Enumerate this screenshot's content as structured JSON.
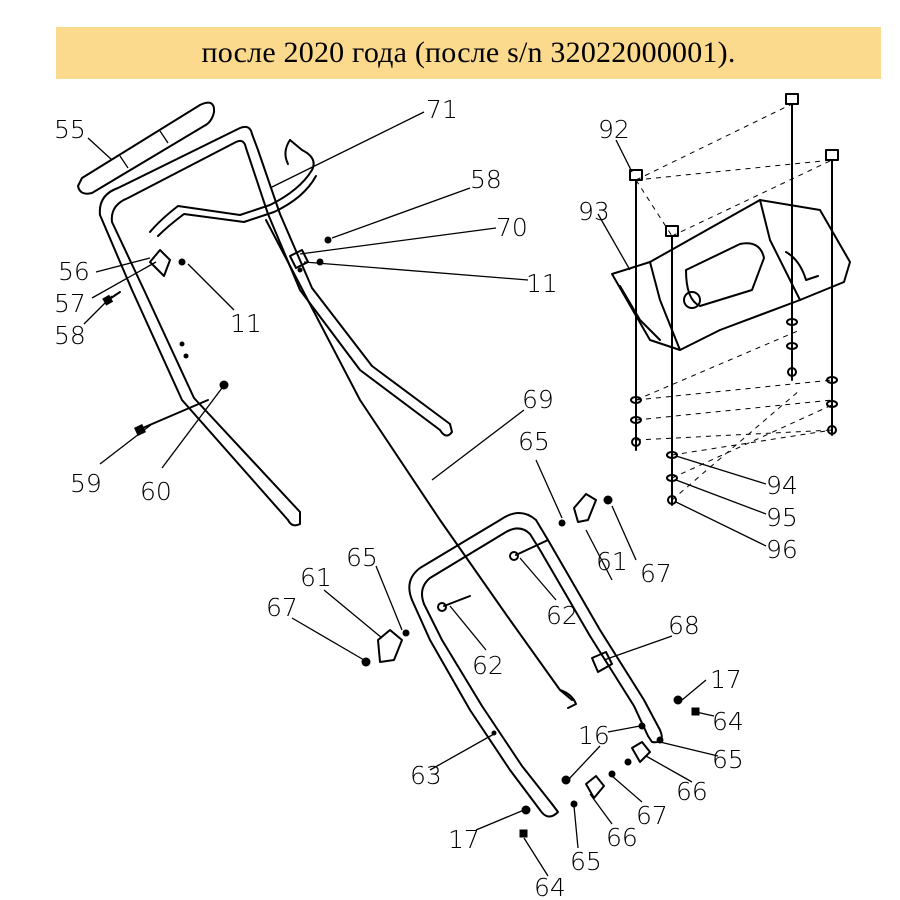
{
  "banner": {
    "text": "после 2020 года (после s/n 32022000001)."
  },
  "callouts": [
    {
      "id": "c55",
      "label": "55"
    },
    {
      "id": "c71",
      "label": "71"
    },
    {
      "id": "c58a",
      "label": "58"
    },
    {
      "id": "c70",
      "label": "70"
    },
    {
      "id": "c11a",
      "label": "11"
    },
    {
      "id": "c56",
      "label": "56"
    },
    {
      "id": "c57",
      "label": "57"
    },
    {
      "id": "c58b",
      "label": "58"
    },
    {
      "id": "c11b",
      "label": "11"
    },
    {
      "id": "c59",
      "label": "59"
    },
    {
      "id": "c60",
      "label": "60"
    },
    {
      "id": "c69",
      "label": "69"
    },
    {
      "id": "c65a",
      "label": "65"
    },
    {
      "id": "c61a",
      "label": "61"
    },
    {
      "id": "c67a",
      "label": "67"
    },
    {
      "id": "c62a",
      "label": "62"
    },
    {
      "id": "c65b",
      "label": "65"
    },
    {
      "id": "c61b",
      "label": "61"
    },
    {
      "id": "c67b",
      "label": "67"
    },
    {
      "id": "c62b",
      "label": "62"
    },
    {
      "id": "c68",
      "label": "68"
    },
    {
      "id": "c17a",
      "label": "17"
    },
    {
      "id": "c64a",
      "label": "64"
    },
    {
      "id": "c16",
      "label": "16"
    },
    {
      "id": "c65c",
      "label": "65"
    },
    {
      "id": "c63",
      "label": "63"
    },
    {
      "id": "c66a",
      "label": "66"
    },
    {
      "id": "c67c",
      "label": "67"
    },
    {
      "id": "c17b",
      "label": "17"
    },
    {
      "id": "c66b",
      "label": "66"
    },
    {
      "id": "c65d",
      "label": "65"
    },
    {
      "id": "c64b",
      "label": "64"
    },
    {
      "id": "c92",
      "label": "92"
    },
    {
      "id": "c93",
      "label": "93"
    },
    {
      "id": "c94",
      "label": "94"
    },
    {
      "id": "c95",
      "label": "95"
    },
    {
      "id": "c96",
      "label": "96"
    }
  ]
}
